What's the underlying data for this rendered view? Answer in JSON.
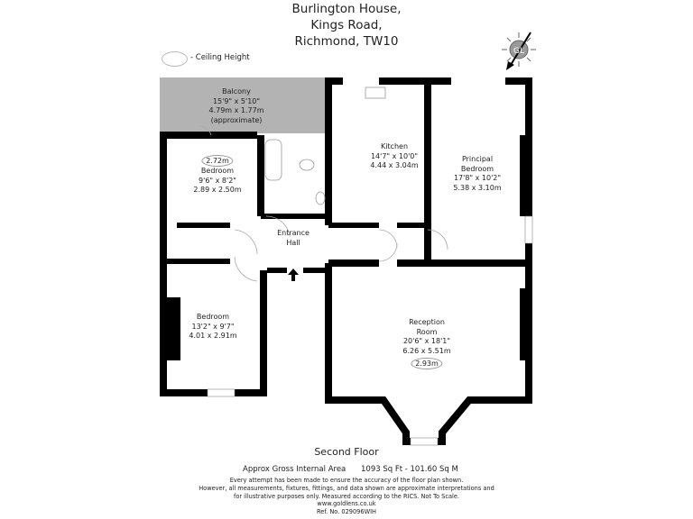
{
  "header": {
    "address_line1": "Burlington House,",
    "address_line2": "Kings Road,",
    "address_line3": "Richmond, TW10"
  },
  "legend": {
    "ceiling_height_label": "- Ceiling Height"
  },
  "compass": {
    "label": "GL"
  },
  "rooms": {
    "balcony": {
      "name": "Balcony",
      "imperial": "15'9\" x 5'10\"",
      "metric": "4.79m x 1.77m",
      "note": "(approximate)"
    },
    "bedroom1": {
      "ceiling": "2.72m",
      "name": "Bedroom",
      "imperial": "9'6\" x 8'2\"",
      "metric": "2.89 x 2.50m"
    },
    "kitchen": {
      "name": "Kitchen",
      "imperial": "14'7\" x 10'0\"",
      "metric": "4.44 x 3.04m"
    },
    "principal_bedroom": {
      "name1": "Principal",
      "name2": "Bedroom",
      "imperial": "17'8\" x 10'2\"",
      "metric": "5.38 x 3.10m"
    },
    "entrance_hall": {
      "name1": "Entrance",
      "name2": "Hall"
    },
    "bedroom2": {
      "name": "Bedroom",
      "imperial": "13'2\" x 9'7\"",
      "metric": "4.01 x 2.91m"
    },
    "reception": {
      "name1": "Reception",
      "name2": "Room",
      "imperial": "20'6\" x 18'1\"",
      "metric": "6.26 x 5.51m",
      "ceiling": "2.93m"
    }
  },
  "footer": {
    "floor": "Second Floor",
    "area_label": "Approx Gross Internal Area",
    "area_value": "1093 Sq Ft - 101.60 Sq M",
    "disclaimer1": "Every attempt has been made to ensure the accuracy of the floor plan shown.",
    "disclaimer2": "However, all measurements, fixtures, fittings, and data shown are approximate interpretations and",
    "disclaimer3": "for illustrative purposes only. Measured according to the RICS. Not To Scale.",
    "website": "www.goldlens.co.uk",
    "ref": "Ref. No. 029096WIH"
  },
  "colors": {
    "wall": "#000000",
    "balcony": "#b3b3b3",
    "compass": "#9a9a9a"
  }
}
